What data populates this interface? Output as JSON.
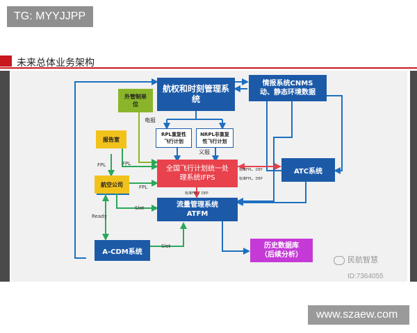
{
  "header": {
    "tag": "TG: MYYJJPP"
  },
  "section": {
    "title": "未来总体业务架构"
  },
  "diagram": {
    "nodes": {
      "hangquan": {
        "label": "航权和时刻管理系统"
      },
      "qingbao": {
        "label1": "情报系统CNMS",
        "label2": "动、静态环境数据"
      },
      "waiguan": {
        "label": "外管制单位"
      },
      "baogao": {
        "label": "报告室"
      },
      "rpl": {
        "label1": "RPL重复性",
        "label2": "飞行计划"
      },
      "nrpl": {
        "label1": "NRPL非重复",
        "label2": "性飞行计划"
      },
      "ifps": {
        "label1": "全国飞行计划统一处",
        "label2": "理系统IFPS"
      },
      "airline": {
        "label": "航空公司"
      },
      "atc": {
        "label": "ATC系统"
      },
      "atfm": {
        "label1": "流量管理系统",
        "label2": "ATFM"
      },
      "acdm": {
        "label": "A-CDM系统"
      },
      "history": {
        "label1": "历史数据库",
        "label2": "（后续分析）"
      }
    },
    "edge_labels": {
      "dianbao": "电报",
      "yibao": "义报",
      "fpl_a": "FPL",
      "fpl_b": "FPL",
      "fpl_c": "FPL",
      "ready": "Ready",
      "slot_a": "Slot",
      "slot_b": "Slot",
      "atc_fpl": "标准FPL、DEP",
      "atc_fpl2": "标准FPL、DEP",
      "ifps_down": "标准FPL、DEP"
    }
  },
  "watermark": {
    "site": "www.szaew.com",
    "badge": "民航智慧",
    "badge_id": "ID:7364055"
  },
  "colors": {
    "blue_box": "#1c5aa8",
    "line": "#1c6fc0",
    "green": "#2aa85a",
    "olive": "#8ab52a",
    "yellow": "#f2c21c",
    "red_box": "#e8424c",
    "magenta": "#c53ad6"
  }
}
